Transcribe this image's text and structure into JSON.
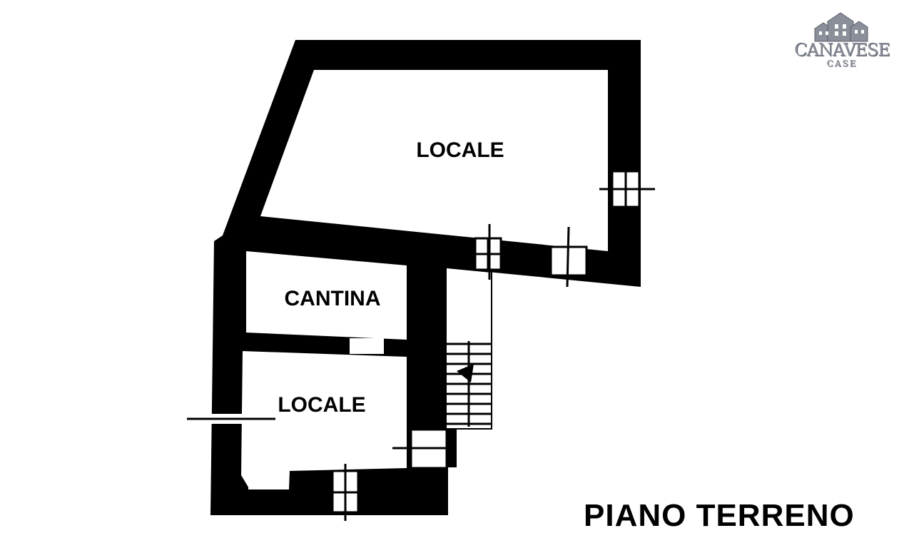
{
  "rooms": [
    {
      "label": "LOCALE"
    },
    {
      "label": "CANTINA"
    },
    {
      "label": "LOCALE"
    }
  ],
  "floor_title": "PIANO TERRENO",
  "logo": {
    "brand": "CANAVESE",
    "sub": "CASE",
    "color": "#8a8f99"
  }
}
